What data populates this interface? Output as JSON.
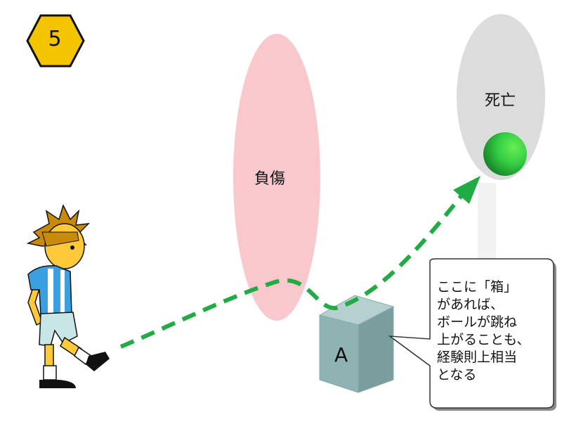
{
  "step": {
    "number": "5"
  },
  "zones": {
    "injury": "負傷",
    "death": "死亡"
  },
  "box": {
    "label": "A"
  },
  "callout": {
    "lines": [
      "ここに「箱」",
      "があれば、",
      "ボールが跳ね",
      "上がることも、",
      "経験則上相当",
      "となる"
    ]
  },
  "colors": {
    "badge": "#f5c400",
    "injury_zone": "#f9c8cc",
    "death_zone": "#dcdcdc",
    "trajectory": "#22aa44",
    "ball": "#33cc44",
    "box_front": "#8fb3b3",
    "box_top": "#b6cfcf",
    "box_side": "#7a9e9e"
  },
  "icons": [
    "hexagon-badge-icon",
    "soccer-player-icon",
    "ball-icon",
    "arrow-head-icon"
  ]
}
